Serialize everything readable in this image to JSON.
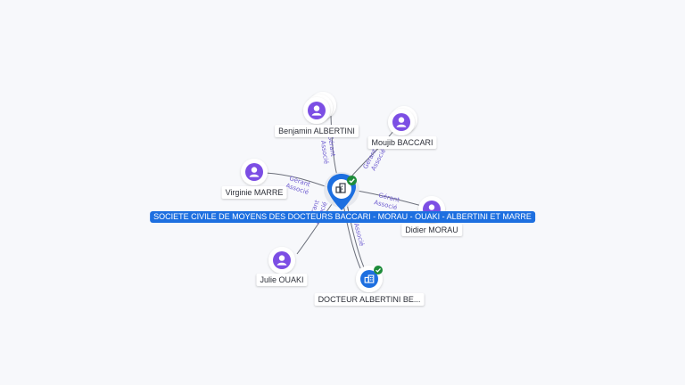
{
  "main_company": {
    "name": "SOCIETE CIVILE DE MOYENS DES DOCTEURS BACCARI - MORAU - OUAKI - ALBERTINI ET MARRE",
    "icon": "building-icon",
    "verified": true
  },
  "persons": [
    {
      "id": "benjamin",
      "name": "Benjamin ALBERTINI",
      "icon": "person-icon",
      "roles": [
        "Gérant",
        "Associé"
      ]
    },
    {
      "id": "moujib",
      "name": "Moujib BACCARI",
      "icon": "person-icon",
      "roles": [
        "Gérant",
        "Associé"
      ]
    },
    {
      "id": "virginie",
      "name": "Virginie MARRE",
      "icon": "person-icon",
      "roles": [
        "Gérant",
        "Associé"
      ]
    },
    {
      "id": "didier",
      "name": "Didier MORAU",
      "icon": "person-icon",
      "roles": [
        "Gérant",
        "Associé"
      ]
    },
    {
      "id": "julie",
      "name": "Julie OUAKI",
      "icon": "person-icon",
      "roles": [
        "Gérant",
        "Associé"
      ]
    }
  ],
  "companies": [
    {
      "id": "docteur",
      "name": "DOCTEUR ALBERTINI BE...",
      "icon": "building-icon",
      "verified": true,
      "roles": [
        "Associé"
      ]
    }
  ],
  "colors": {
    "person_icon": "#7c4ee4",
    "company_blue": "#1d6fe0",
    "verified_green": "#1e8c3a",
    "edge": "#6b6f7a",
    "edge_label": "#6d5bd0"
  }
}
